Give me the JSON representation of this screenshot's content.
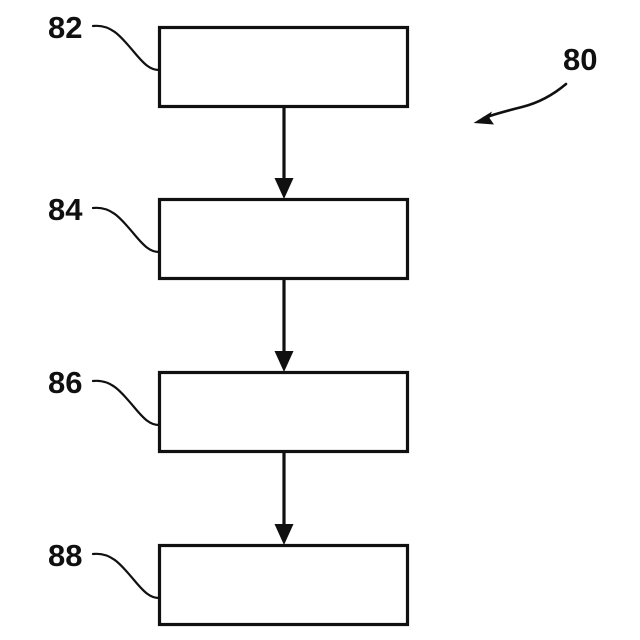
{
  "figure": {
    "figure_numeral": "80",
    "background_color": "#ffffff",
    "line_color": "#101010",
    "box_fill_color": "#ffffff",
    "type": "patent-flowchart",
    "orientation": "vertical",
    "step_count": 4
  },
  "steps": [
    {
      "ref_numeral": "82",
      "label_text": "",
      "box_text": "",
      "order": 1
    },
    {
      "ref_numeral": "84",
      "label_text": "",
      "box_text": "",
      "order": 2
    },
    {
      "ref_numeral": "86",
      "label_text": "",
      "box_text": "",
      "order": 3
    },
    {
      "ref_numeral": "88",
      "label_text": "",
      "box_text": "",
      "order": 4
    }
  ],
  "connectors": [
    {
      "from": "82",
      "to": "84",
      "arrowhead": "solid-triangle"
    },
    {
      "from": "84",
      "to": "86",
      "arrowhead": "solid-triangle"
    },
    {
      "from": "86",
      "to": "88",
      "arrowhead": "solid-triangle"
    }
  ]
}
